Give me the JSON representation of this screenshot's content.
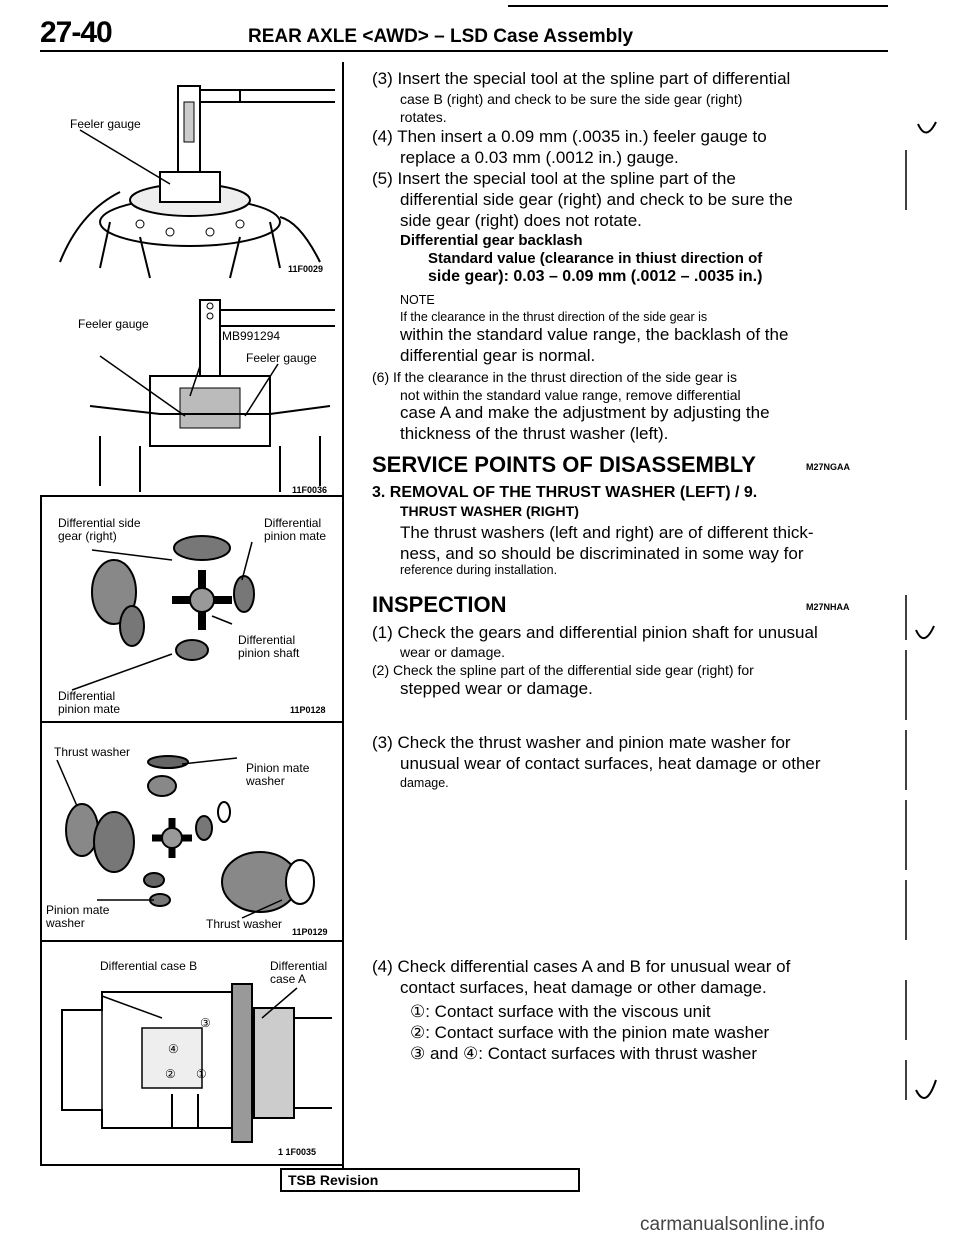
{
  "header": {
    "page_number": "27-40",
    "title": "REAR AXLE <AWD> – LSD Case Assembly"
  },
  "figures": {
    "fig1": {
      "label_feeler": "Feeler gauge",
      "code": "11F0029"
    },
    "fig2": {
      "label_feeler_left": "Feeler gauge",
      "label_tool": "MB991294",
      "label_feeler_right": "Feeler gauge",
      "code": "11F0036"
    },
    "fig3": {
      "label_side_gear_1": "Differential side",
      "label_side_gear_2": "gear (right)",
      "label_pinion_mate_1": "Differential",
      "label_pinion_mate_2": "pinion mate",
      "label_pinion_shaft_1": "Differential",
      "label_pinion_shaft_2": "pinion shaft",
      "label_pinion_mate_b1": "Differential",
      "label_pinion_mate_b2": "pinion mate",
      "code": "11P0128"
    },
    "fig4": {
      "label_thrust_washer": "Thrust washer",
      "label_pmw_1": "Pinion mate",
      "label_pmw_2": "washer",
      "label_pmw_b1": "Pinion mate",
      "label_pmw_b2": "washer",
      "label_thrust_washer_b": "Thrust washer",
      "code": "11P0129"
    },
    "fig5": {
      "label_case_b": "Differential case B",
      "label_case_a_1": "Differential",
      "label_case_a_2": "case A",
      "n1": "①",
      "n2": "②",
      "n3": "③",
      "n4": "④",
      "code": "1 1F0035"
    }
  },
  "right": {
    "s3_l1": "(3) Insert the special tool at the spline part of differential",
    "s3_l2": "case B (right) and check to be sure the side gear (right)",
    "s3_l3": "rotates.",
    "s4_l1": "(4) Then insert a 0.09 mm (.0035 in.) feeler gauge to",
    "s4_l2": "replace a 0.03 mm (.0012 in.) gauge.",
    "s5_l1": "(5) Insert the special tool at the spline part of the",
    "s5_l2": "differential side gear (right) and check to be sure the",
    "s5_l3": "side gear (right) does not rotate.",
    "spec_title": "Differential gear backlash",
    "spec_l1": "Standard value (clearance in thiust direction of",
    "spec_l2": "side gear): 0.03 – 0.09 mm (.0012 – .0035 in.)",
    "note_title": "NOTE",
    "note_l1": "If the clearance in the thrust direction of the side gear is",
    "note_l2": "within the standard value range, the backlash of the",
    "note_l3": "differential gear is normal.",
    "s6_l1": "(6) If the clearance in the thrust direction of the side gear is",
    "s6_l2": "not within the standard value range, remove differential",
    "s6_l3": "case A and make the adjustment by adjusting the",
    "s6_l4": "thickness of the thrust washer (left).",
    "svc_heading": "SERVICE POINTS OF DISASSEMBLY",
    "svc_code": "M27NGAA",
    "svc_item_l1": "3. REMOVAL OF THE THRUST WASHER (LEFT) / 9.",
    "svc_item_l2": "THRUST WASHER (RIGHT)",
    "svc_p_l1": "The thrust washers (left and right) are of different thick-",
    "svc_p_l2": "ness, and so should be discriminated in some way for",
    "svc_p_l3": "reference during installation.",
    "insp_heading": "INSPECTION",
    "insp_code": "M27NHAA",
    "i1_l1": "(1) Check the gears and differential pinion shaft for unusual",
    "i1_l2": "wear or damage.",
    "i2_l1": "(2) Check the spline part of the differential side gear (right) for",
    "i2_l2": "stepped wear or damage.",
    "i3_l1": "(3) Check the thrust washer and pinion mate washer for",
    "i3_l2": "unusual wear of contact surfaces, heat damage or other",
    "i3_l3": "damage.",
    "i4_l1": "(4) Check differential cases A and B for unusual wear of",
    "i4_l2": "contact surfaces, heat damage or other damage.",
    "i4_c1": "①: Contact surface with the viscous unit",
    "i4_c2": "②: Contact surface with the pinion mate washer",
    "i4_c3": "③ and ④: Contact surfaces with thrust washer"
  },
  "footer": {
    "tsb": "TSB Revision",
    "watermark": "carmanualsonline.info"
  }
}
